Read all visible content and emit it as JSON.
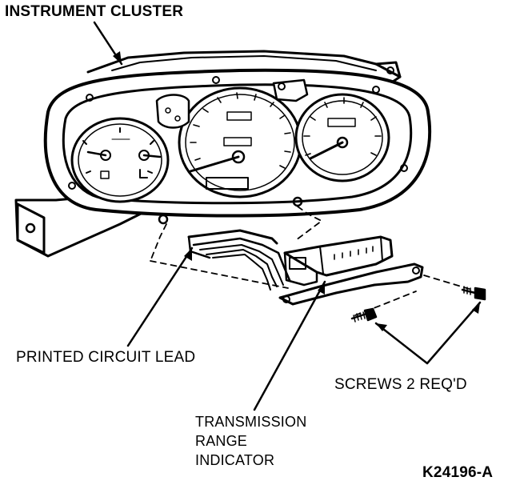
{
  "labels": {
    "instrument_cluster": "INSTRUMENT CLUSTER",
    "printed_circuit_lead": "PRINTED CIRCUIT LEAD",
    "screws": "SCREWS 2 REQ'D",
    "transmission_range_indicator": [
      "TRANSMISSION",
      "RANGE",
      "INDICATOR"
    ],
    "figure_code": "K24196-A"
  }
}
